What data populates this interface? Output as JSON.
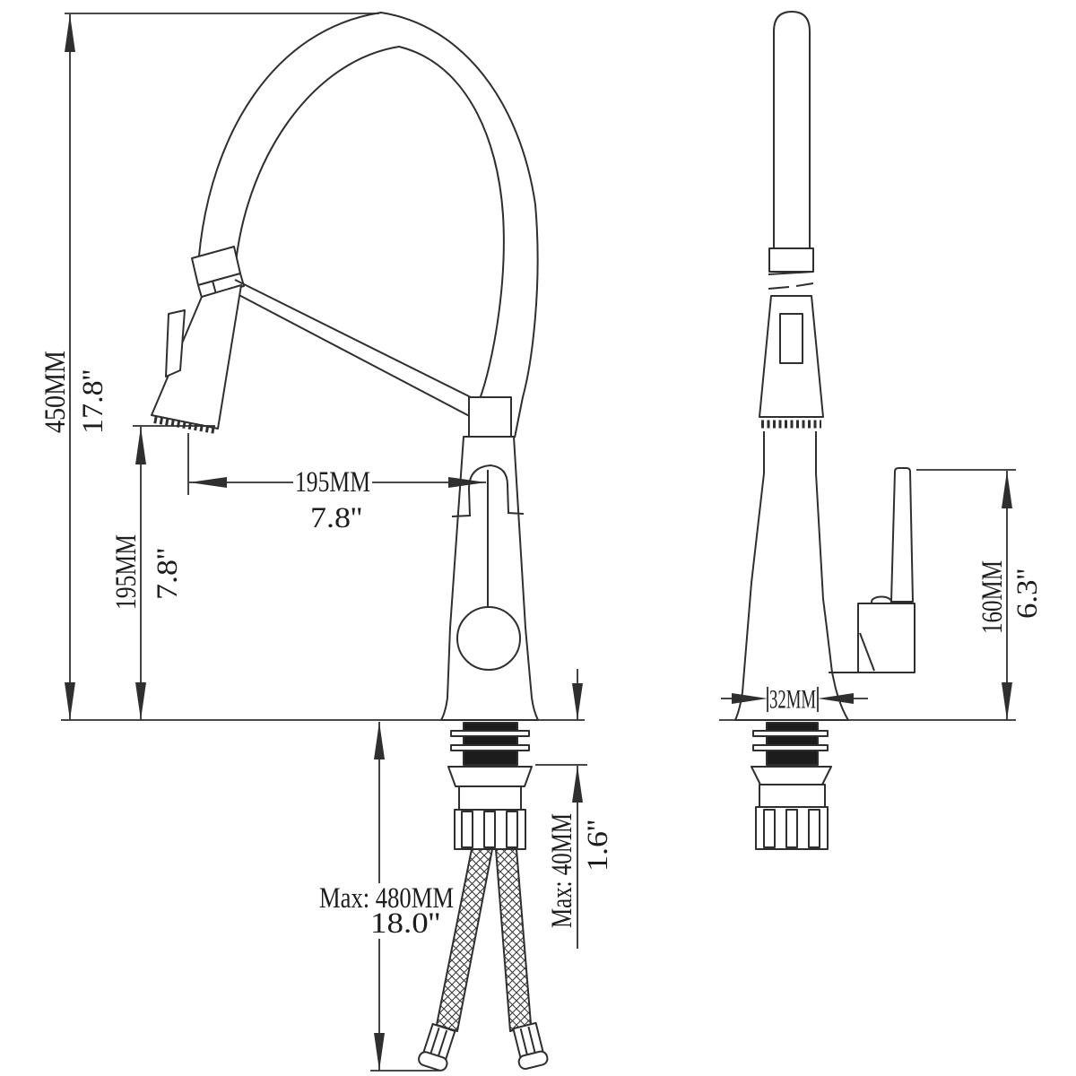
{
  "page": {
    "background": "#ffffff",
    "line_color": "#2f2f2f",
    "description": "Technical dimension drawing of a pull-down kitchen faucet, front view and side view"
  },
  "views": {
    "front": {
      "name": "front-view"
    },
    "side": {
      "name": "side-view"
    }
  },
  "dimensions": {
    "overall_height": {
      "mm": "450MM",
      "inch": "17.8''"
    },
    "spout_height": {
      "mm": "195MM",
      "inch": "7.8''"
    },
    "spout_reach": {
      "mm": "195MM",
      "inch": "7.8''"
    },
    "hose_length": {
      "mm": "Max: 480MM",
      "inch": "18.0''"
    },
    "max_deck_thickness": {
      "mm": "Max: 40MM",
      "inch": "1.6''"
    },
    "handle_height": {
      "mm": "160MM",
      "inch": "6.3''"
    },
    "base_width": {
      "mm": "32MM"
    }
  }
}
